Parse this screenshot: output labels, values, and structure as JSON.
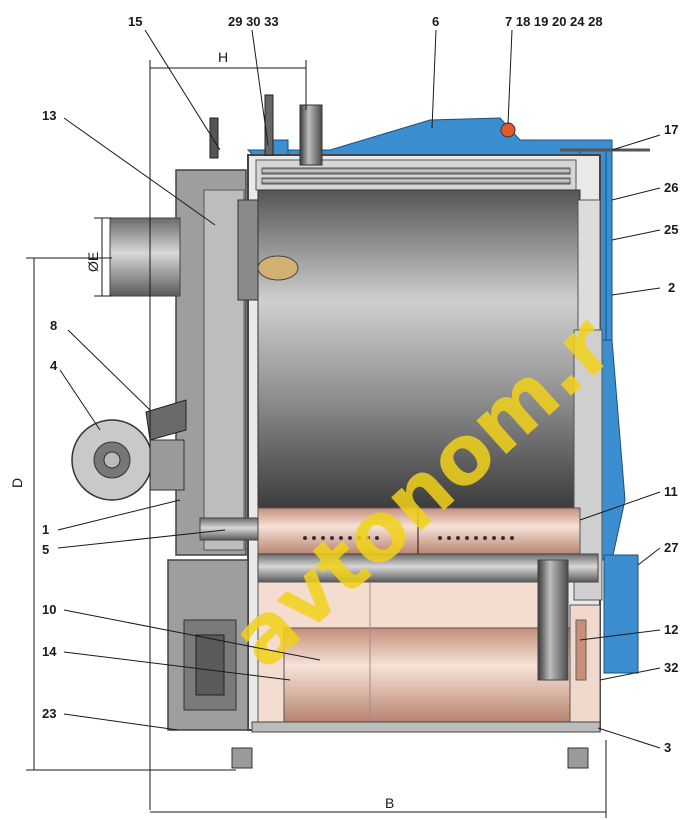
{
  "dimensions": {
    "h": "H",
    "e": "ØE",
    "d": "D",
    "b": "B"
  },
  "watermark": "avtonom.r",
  "callouts": [
    {
      "id": "c15",
      "text": "15"
    },
    {
      "id": "c29",
      "text": "29 30 33"
    },
    {
      "id": "c6",
      "text": "6"
    },
    {
      "id": "c7",
      "text": "7 18 19 20 24 28"
    },
    {
      "id": "c13",
      "text": "13"
    },
    {
      "id": "c17",
      "text": "17"
    },
    {
      "id": "c26",
      "text": "26"
    },
    {
      "id": "c25",
      "text": "25"
    },
    {
      "id": "c2",
      "text": "2"
    },
    {
      "id": "c8",
      "text": "8"
    },
    {
      "id": "c4",
      "text": "4"
    },
    {
      "id": "c11",
      "text": "11"
    },
    {
      "id": "c1",
      "text": "1"
    },
    {
      "id": "c5",
      "text": "5"
    },
    {
      "id": "c27",
      "text": "27"
    },
    {
      "id": "c10",
      "text": "10"
    },
    {
      "id": "c12",
      "text": "12"
    },
    {
      "id": "c14",
      "text": "14"
    },
    {
      "id": "c32",
      "text": "32"
    },
    {
      "id": "c23",
      "text": "23"
    },
    {
      "id": "c3",
      "text": "3"
    }
  ],
  "colors": {
    "jacket_blue": "#3b8fd0",
    "steel_gray": "#8c8c8c",
    "chamber_pink": "#f4dcd0",
    "refractory_pink": "#e6b7a3",
    "watermark_yellow": "#f2d21a"
  }
}
